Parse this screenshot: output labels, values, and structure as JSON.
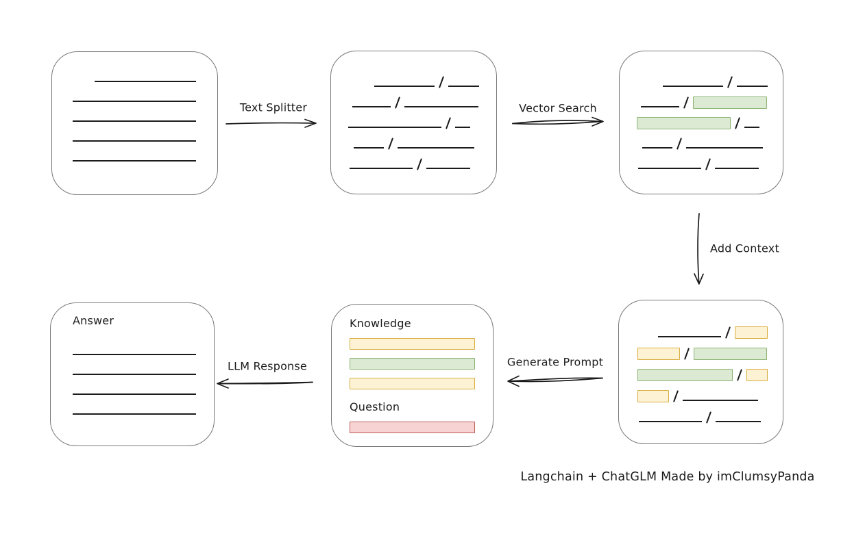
{
  "labels": {
    "text_splitter": "Text Splitter",
    "vector_search": "Vector Search",
    "add_context": "Add Context",
    "generate_prompt": "Generate Prompt",
    "llm_response": "LLM Response",
    "knowledge": "Knowledge",
    "question": "Question",
    "answer": "Answer",
    "caption": "Langchain + ChatGLM Made by imClumsyPanda"
  },
  "colors": {
    "line": "#1b1b1b",
    "box_border": "#777777",
    "green_fill": "#dcead4",
    "green_border": "#8ab371",
    "yellow_fill": "#fdf3d4",
    "yellow_border": "#d8ac3d",
    "red_fill": "#f8d3d3",
    "red_border": "#bb5a56"
  },
  "boxes": {
    "document": {
      "lines": [
        {
          "indent": 32,
          "w": 148
        },
        {
          "indent": 0,
          "w": 180
        },
        {
          "indent": 0,
          "w": 180
        },
        {
          "indent": 0,
          "w": 180
        },
        {
          "indent": 0,
          "w": 180
        }
      ]
    },
    "split_text": {
      "rows": [
        {
          "indent": 38,
          "segments": [
            {
              "t": "line",
              "w": 88
            },
            {
              "t": "slash"
            },
            {
              "t": "line",
              "w": 45
            }
          ]
        },
        {
          "indent": 6,
          "segments": [
            {
              "t": "line",
              "w": 56
            },
            {
              "t": "slash"
            },
            {
              "t": "line",
              "w": 108
            }
          ]
        },
        {
          "indent": 0,
          "segments": [
            {
              "t": "line",
              "w": 136
            },
            {
              "t": "slash"
            },
            {
              "t": "line",
              "w": 22
            }
          ]
        },
        {
          "indent": 8,
          "segments": [
            {
              "t": "line",
              "w": 44
            },
            {
              "t": "slash"
            },
            {
              "t": "line",
              "w": 112
            }
          ]
        },
        {
          "indent": 2,
          "segments": [
            {
              "t": "line",
              "w": 92
            },
            {
              "t": "slash"
            },
            {
              "t": "line",
              "w": 64
            }
          ]
        }
      ]
    },
    "search_result": {
      "rows": [
        {
          "indent": 38,
          "segments": [
            {
              "t": "line",
              "w": 88
            },
            {
              "t": "slash"
            },
            {
              "t": "line",
              "w": 45
            }
          ]
        },
        {
          "indent": 6,
          "segments": [
            {
              "t": "line",
              "w": 56
            },
            {
              "t": "slash"
            },
            {
              "t": "green",
              "w": 108
            }
          ]
        },
        {
          "indent": 0,
          "segments": [
            {
              "t": "green",
              "w": 137
            },
            {
              "t": "slash"
            },
            {
              "t": "line",
              "w": 22
            }
          ]
        },
        {
          "indent": 8,
          "segments": [
            {
              "t": "line",
              "w": 44
            },
            {
              "t": "slash"
            },
            {
              "t": "line",
              "w": 112
            }
          ]
        },
        {
          "indent": 2,
          "segments": [
            {
              "t": "line",
              "w": 92
            },
            {
              "t": "slash"
            },
            {
              "t": "line",
              "w": 64
            }
          ]
        }
      ]
    },
    "context": {
      "rows": [
        {
          "indent": 30,
          "segments": [
            {
              "t": "line",
              "w": 92
            },
            {
              "t": "slash"
            },
            {
              "t": "yellow",
              "w": 48
            }
          ]
        },
        {
          "indent": 0,
          "segments": [
            {
              "t": "yellow",
              "w": 62
            },
            {
              "t": "slash"
            },
            {
              "t": "green",
              "w": 107
            }
          ]
        },
        {
          "indent": 0,
          "segments": [
            {
              "t": "green",
              "w": 139
            },
            {
              "t": "slash"
            },
            {
              "t": "yellow",
              "w": 31
            }
          ]
        },
        {
          "indent": 0,
          "segments": [
            {
              "t": "yellow",
              "w": 46
            },
            {
              "t": "slash"
            },
            {
              "t": "line",
              "w": 110
            }
          ]
        },
        {
          "indent": 2,
          "segments": [
            {
              "t": "line",
              "w": 92
            },
            {
              "t": "slash"
            },
            {
              "t": "line",
              "w": 66
            }
          ]
        }
      ]
    },
    "prompt": {
      "knowledge_bars": [
        "yellow",
        "green",
        "yellow"
      ],
      "question_bars": [
        "red"
      ]
    },
    "answer": {
      "lines": [
        {
          "indent": 0,
          "w": 180
        },
        {
          "indent": 0,
          "w": 180
        },
        {
          "indent": 0,
          "w": 180
        },
        {
          "indent": 0,
          "w": 180
        }
      ]
    }
  }
}
